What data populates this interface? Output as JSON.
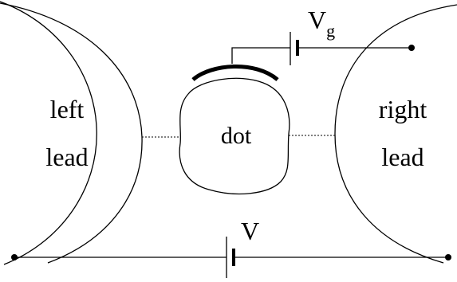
{
  "labels": {
    "left_lead_line1": "left",
    "left_lead_line2": "lead",
    "right_lead_line1": "right",
    "right_lead_line2": "lead",
    "dot": "dot",
    "gate_voltage_main": "V",
    "gate_voltage_sub": "g",
    "bias_voltage": "V"
  },
  "colors": {
    "ink": "#000000",
    "background": "#ffffff"
  }
}
